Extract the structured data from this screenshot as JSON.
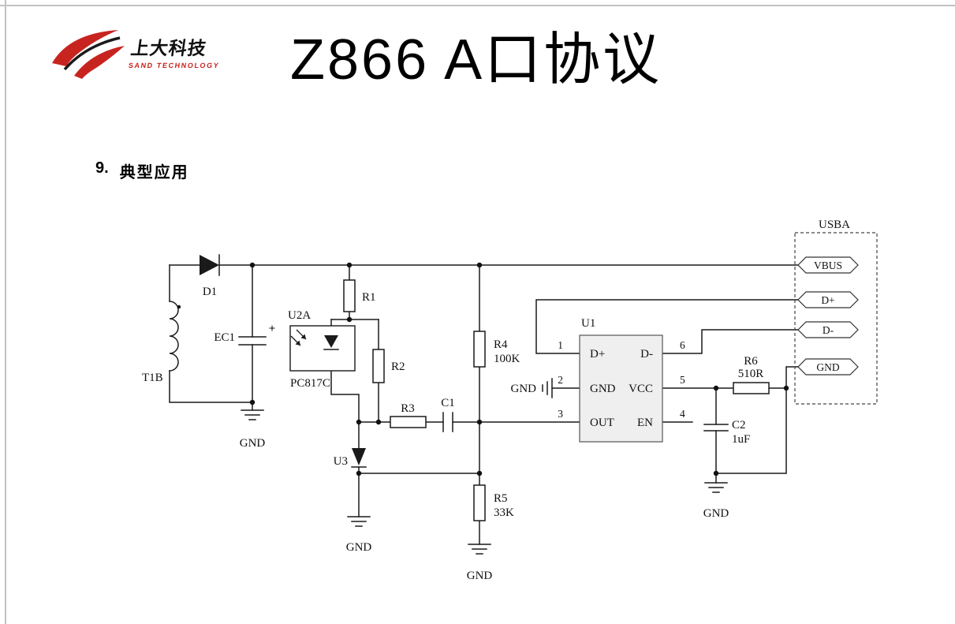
{
  "page": {
    "logo": {
      "company_cn": "上大科技",
      "company_en": "SAND TECHNOLOGY"
    },
    "title": "Z866 A口协议",
    "section": {
      "number": "9.",
      "heading": "典型应用"
    }
  },
  "schematic": {
    "labels": {
      "d1": "D1",
      "t1b": "T1B",
      "ec1": "EC1",
      "ec1_plus": "+",
      "u2a": "U2A",
      "pc817c": "PC817C",
      "r1": "R1",
      "r2": "R2",
      "r3": "R3",
      "c1": "C1",
      "r4": "R4",
      "r4_value": "100K",
      "r5": "R5",
      "r5_value": "33K",
      "u3": "U3",
      "u1": "U1",
      "r6": "R6",
      "r6_value": "510R",
      "c2": "C2",
      "c2_value": "1uF",
      "usba": "USBA",
      "gnd": "GND"
    },
    "u1_pins": {
      "pin1": {
        "num": "1",
        "name": "D+"
      },
      "pin2": {
        "num": "2",
        "name": "GND"
      },
      "pin3": {
        "num": "3",
        "name": "OUT"
      },
      "pin4": {
        "num": "4",
        "name": "EN"
      },
      "pin5": {
        "num": "5",
        "name": "VCC"
      },
      "pin6": {
        "num": "6",
        "name": "D-"
      }
    },
    "usba_pins": [
      "VBUS",
      "D+",
      "D-",
      "GND"
    ]
  }
}
